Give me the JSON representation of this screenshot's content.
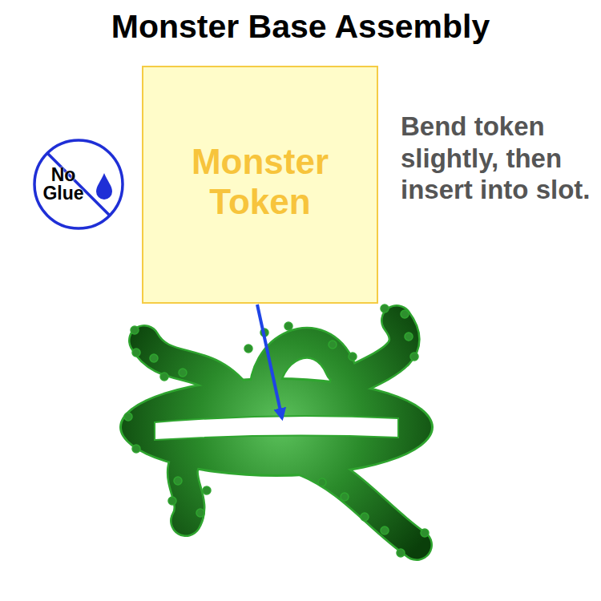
{
  "diagram": {
    "title": "Monster Base Assembly",
    "nodes": [
      {
        "text": [
          "No Glue"
        ]
      },
      {
        "text": [
          "Monster Token"
        ]
      }
    ],
    "labels": [
      "Bend token slightly, then insert into slot."
    ]
  }
}
